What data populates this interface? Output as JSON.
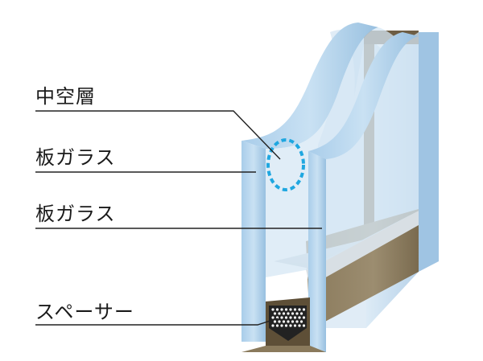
{
  "labels": {
    "air_layer": "中空層",
    "glass_front": "板ガラス",
    "glass_back": "板ガラス",
    "spacer": "スペーサー"
  },
  "colors": {
    "glass_edge": "#9cc3e2",
    "glass_face": "#cfe2f0",
    "frame": "#6e5e44",
    "highlight_ring": "#1fa7e0",
    "leader_line": "#222222"
  }
}
